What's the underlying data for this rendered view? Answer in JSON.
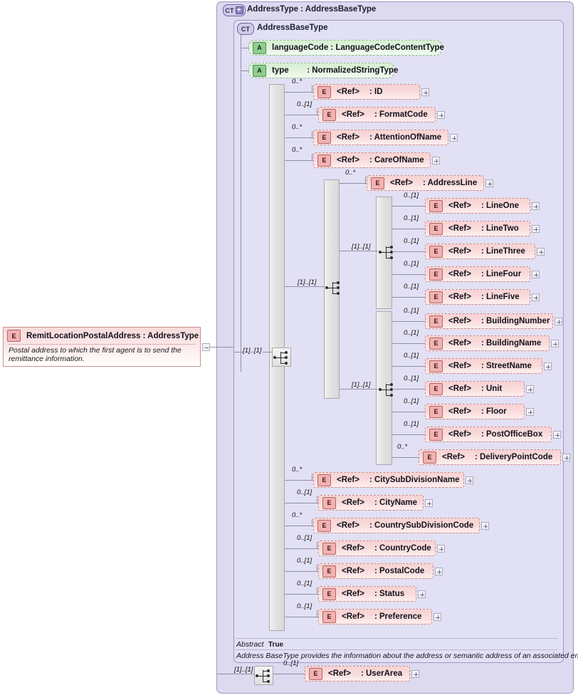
{
  "diagram": {
    "kind": "xsd-schema-diagram",
    "root_element": {
      "badge": "E",
      "title": "RemitLocationPostalAddress : AddressType",
      "documentation": "Postal address to which the first agent is to send the remittance information."
    },
    "outer_type": {
      "badge": "CT",
      "badge_icon": "plus-icon",
      "title": "AddressType : AddressBaseType"
    },
    "inner_type": {
      "badge": "CT",
      "title": "AddressBaseType"
    },
    "attributes": [
      {
        "badge": "A",
        "label": "languageCode : LanguageCodeContentType"
      },
      {
        "badge": "A",
        "label": "type        : NormalizedStringType"
      }
    ],
    "sequence_occurrence_root": "[1]..[1]",
    "sequence_occurrence_addressline": "[1]..[1]",
    "sequence_occurrence_building": "[1]..[1]",
    "sequence_occurrence_linegroup": "[1]..[1]",
    "sequence_occurrence_userarea": "[1]..[1]",
    "elements": [
      {
        "occ": "0..*",
        "ref": "<Ref>",
        "name": ": ID"
      },
      {
        "occ": "0..[1]",
        "ref": "<Ref>",
        "name": ": FormatCode"
      },
      {
        "occ": "0..*",
        "ref": "<Ref>",
        "name": ": AttentionOfName"
      },
      {
        "occ": "0..*",
        "ref": "<Ref>",
        "name": ": CareOfName"
      },
      {
        "occ": "0..*",
        "ref": "<Ref>",
        "name": ": AddressLine"
      },
      {
        "occ": "0..[1]",
        "ref": "<Ref>",
        "name": ": LineOne"
      },
      {
        "occ": "0..[1]",
        "ref": "<Ref>",
        "name": ": LineTwo"
      },
      {
        "occ": "0..[1]",
        "ref": "<Ref>",
        "name": ": LineThree"
      },
      {
        "occ": "0..[1]",
        "ref": "<Ref>",
        "name": ": LineFour"
      },
      {
        "occ": "0..[1]",
        "ref": "<Ref>",
        "name": ": LineFive"
      },
      {
        "occ": "0..[1]",
        "ref": "<Ref>",
        "name": ": BuildingNumber"
      },
      {
        "occ": "0..[1]",
        "ref": "<Ref>",
        "name": ": BuildingName"
      },
      {
        "occ": "0..[1]",
        "ref": "<Ref>",
        "name": ": StreetName"
      },
      {
        "occ": "0..[1]",
        "ref": "<Ref>",
        "name": ": Unit"
      },
      {
        "occ": "0..[1]",
        "ref": "<Ref>",
        "name": ": Floor"
      },
      {
        "occ": "0..[1]",
        "ref": "<Ref>",
        "name": ": PostOfficeBox"
      },
      {
        "occ": "0..*",
        "ref": "<Ref>",
        "name": ": DeliveryPointCode"
      },
      {
        "occ": "0..*",
        "ref": "<Ref>",
        "name": ": CitySubDivisionName"
      },
      {
        "occ": "0..[1]",
        "ref": "<Ref>",
        "name": ": CityName"
      },
      {
        "occ": "0..*",
        "ref": "<Ref>",
        "name": ": CountrySubDivisionCode"
      },
      {
        "occ": "0..[1]",
        "ref": "<Ref>",
        "name": ": CountryCode"
      },
      {
        "occ": "0..[1]",
        "ref": "<Ref>",
        "name": ": PostalCode"
      },
      {
        "occ": "0..[1]",
        "ref": "<Ref>",
        "name": ": Status"
      },
      {
        "occ": "0..[1]",
        "ref": "<Ref>",
        "name": ": Preference"
      },
      {
        "occ": "0..[1]",
        "ref": "<Ref>",
        "name": ": UserArea"
      }
    ],
    "footer": {
      "abstract_label": "Abstract",
      "abstract_value": "True",
      "documentation": "Address BaseType provides the information about the address or semantic address of an associated entity."
    },
    "colors": {
      "element_fill": "#f8d6d6",
      "element_border": "#c88d8d",
      "attribute_fill": "#daf0d4",
      "attribute_border": "#8fbc8f",
      "container_outer": "#ddd9ee",
      "container_inner": "#e2e0f4",
      "line": "#8f8fa8"
    }
  }
}
